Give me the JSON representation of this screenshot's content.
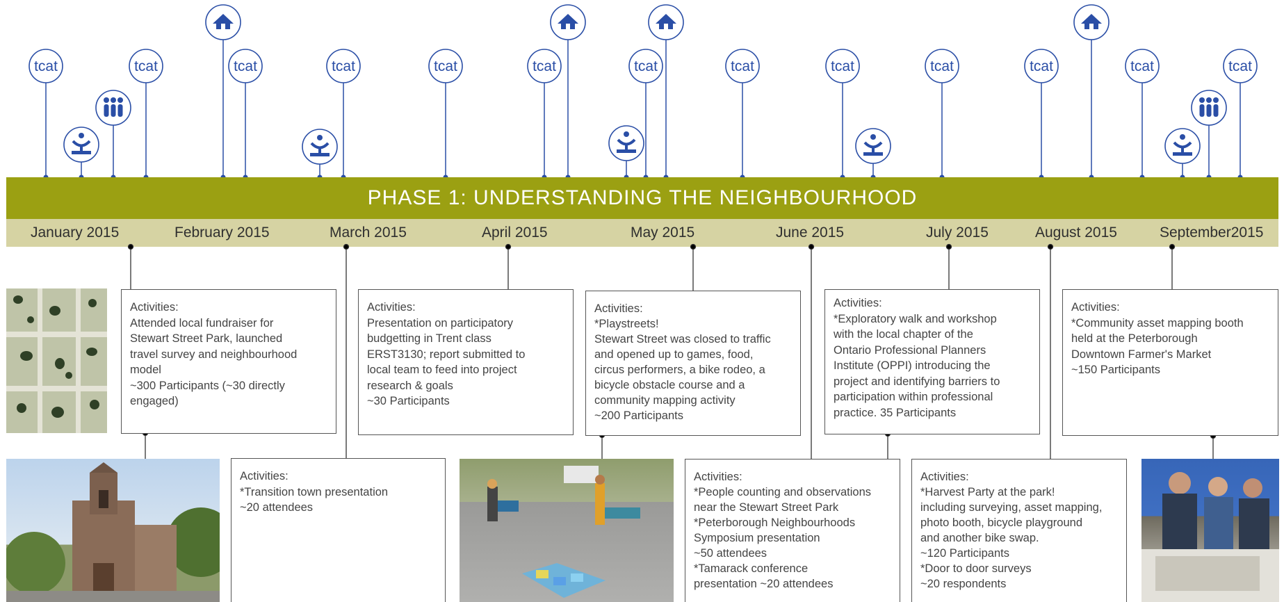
{
  "phase_title": "PHASE 1: UNDERSTANDING THE NEIGHBOURHOOD",
  "colors": {
    "accent_blue": "#2a4ea6",
    "phase_bar": "#9ba012",
    "month_bar": "#d6d3a3"
  },
  "icon_label": "tcat",
  "months": [
    "January 2015",
    "February 2015",
    "March 2015",
    "April 2015",
    "May 2015",
    "June 2015",
    "July 2015",
    "August 2015",
    "September2015"
  ],
  "pin_types": [
    "tcat",
    "park",
    "people",
    "tcat",
    "house",
    "tcat",
    "park",
    "tcat",
    "tcat",
    "tcat",
    "house",
    "park",
    "tcat",
    "house",
    "tcat",
    "tcat",
    "park",
    "tcat",
    "tcat",
    "house",
    "tcat",
    "park",
    "people",
    "tcat"
  ],
  "activities": [
    {
      "title": "Activities:",
      "body": "Attended local fundraiser for\nStewart Street Park, launched\ntravel survey and neighbourhood\nmodel\n~300 Participants (~30 directly\nengaged)"
    },
    {
      "title": "Activities:",
      "body": "*Transition town presentation\n~20 attendees"
    },
    {
      "title": "Activities:",
      "body": "Presentation on participatory\nbudgetting in Trent class\nERST3130; report submitted to\nlocal team to feed into project\nresearch & goals\n~30 Participants"
    },
    {
      "title": "Activities:",
      "body": "*Playstreets!\nStewart Street was closed to traffic\nand opened up to games, food,\ncircus performers, a bike rodeo, a\nbicycle obstacle course and a\ncommunity mapping activity\n~200 Participants"
    },
    {
      "title": "Activities:",
      "body": "*People counting and observations\nnear the Stewart Street Park\n*Peterborough Neighbourhoods\nSymposium presentation\n~50 attendees\n*Tamarack conference\npresentation ~20 attendees"
    },
    {
      "title": "Activities:",
      "body": "*Exploratory walk and workshop\nwith the local chapter of the\nOntario Professional Planners\nInstitute (OPPI) introducing the\nproject and identifying barriers to\nparticipation within professional\npractice. 35 Participants"
    },
    {
      "title": "Activities:",
      "body": "*Harvest Party at the park!\nincluding surveying, asset mapping,\nphoto booth, bicycle playground\nand another bike swap.\n~120 Participants\n*Door to door surveys\n~20 respondents"
    },
    {
      "title": "Activities:",
      "body": "*Community asset mapping booth\nheld at the Peterborough\nDowntown Farmer's Market\n~150 Participants"
    }
  ],
  "photos": [
    {
      "name": "aerial-map-photo"
    },
    {
      "name": "church-photo"
    },
    {
      "name": "playstreet-photo"
    },
    {
      "name": "farmers-market-photo"
    }
  ]
}
